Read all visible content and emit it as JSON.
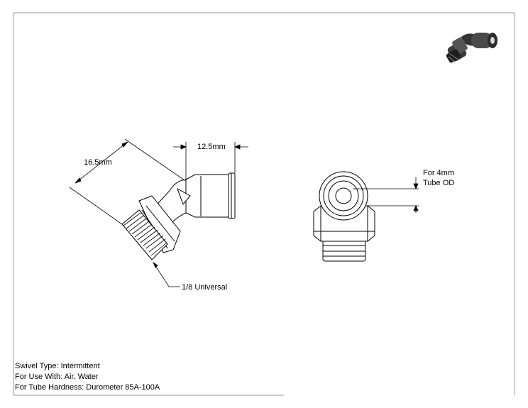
{
  "dimensions": {
    "overall_length": "16.5mm",
    "body_offset": "12.5mm",
    "thread": "1/8 Universal",
    "tube_od_line1": "For 4mm",
    "tube_od_line2": "Tube OD"
  },
  "notes": [
    "Swivel Type: Intermittent",
    "For Use With: Air, Water",
    "For Tube Hardness: Durometer 85A-100A"
  ],
  "colors": {
    "line": "#000000",
    "border": "#9a9a9a",
    "iso_dark": "#2b2b2b",
    "iso_mid": "#6a6a6a"
  }
}
